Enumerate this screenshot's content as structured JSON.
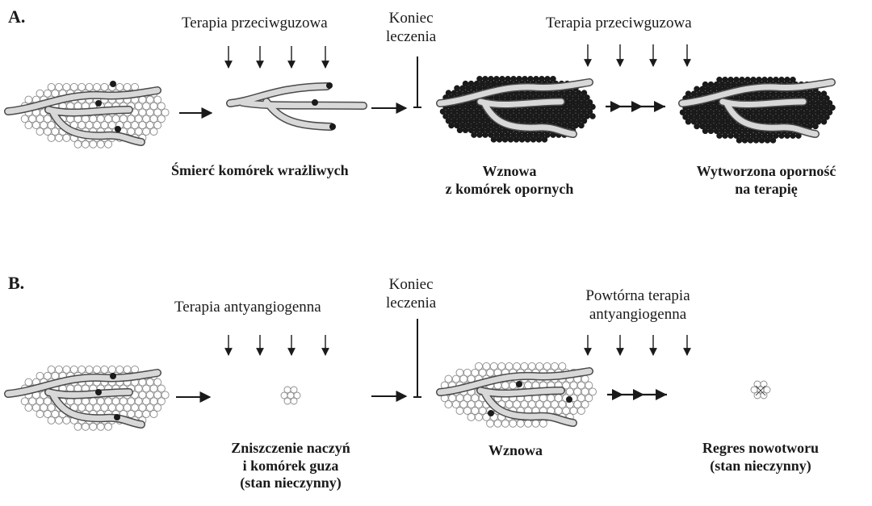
{
  "panel_a": {
    "label": "A.",
    "therapy_1": "Terapia przeciwguzowa",
    "end_treatment": [
      "Koniec",
      "leczenia"
    ],
    "therapy_2": "Terapia przeciwguzowa",
    "captions": {
      "death": "Śmierć komórek wrażliwych",
      "relapse": [
        "Wznowa",
        "z komórek opornych"
      ],
      "resistance": [
        "Wytworzona oporność",
        "na terapię"
      ]
    }
  },
  "panel_b": {
    "label": "B.",
    "therapy_1": "Terapia antyangiogenna",
    "end_treatment": [
      "Koniec",
      "leczenia"
    ],
    "therapy_2": [
      "Powtórna terapia",
      "antyangiogenna"
    ],
    "captions": {
      "destruction": [
        "Zniszczenie naczyń",
        "i komórek guza",
        "(stan nieczynny)"
      ],
      "relapse": "Wznowa",
      "regression": [
        "Regres nowotworu",
        "(stan nieczynny)"
      ]
    }
  },
  "colors": {
    "ink": "#1a1a1a",
    "cell_fill": "#ffffff",
    "cell_stroke": "#8a8a8a",
    "resistant_cell": "#1a1a1a",
    "vessel_fill": "#d8d8d8",
    "vessel_stroke": "#4a4a4a"
  },
  "icons": {
    "process_arrow": "right-arrow-icon",
    "treatment_arrow": "down-arrow-icon",
    "stop_marker": "end-of-treatment-bar-icon",
    "progression_arrow": "triple-arrow-icon"
  }
}
